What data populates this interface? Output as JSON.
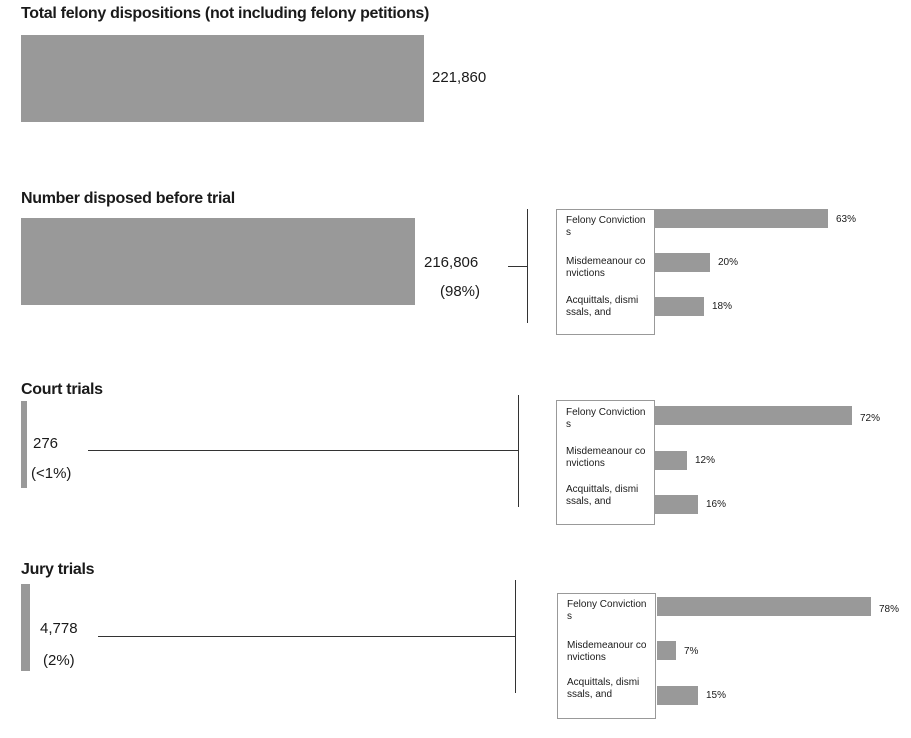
{
  "colors": {
    "bar": "#999999",
    "line": "#333333",
    "text": "#1a1a1a"
  },
  "chart_data": [
    {
      "type": "bar",
      "title": "Total felony dispositions (not including felony petitions)",
      "categories": [
        "Total felony dispositions"
      ],
      "values": [
        221860
      ],
      "value_labels": [
        "221,860"
      ],
      "xlim": [
        0,
        221860
      ]
    },
    {
      "type": "bar",
      "title": "Number disposed before trial",
      "categories": [
        "Number disposed before trial"
      ],
      "values": [
        216806
      ],
      "value_labels": [
        "216,806"
      ],
      "share_label": "(98%)",
      "breakdown": {
        "categories": [
          "Felony Convictions",
          "Misdemeanour convictions",
          "Acquittals, dismissals, and"
        ],
        "category_labels": [
          "Felony Convictions",
          "Misdemeanour convictions",
          "Acquittals, dismi ssals, and"
        ],
        "values": [
          63,
          20,
          18
        ],
        "value_labels": [
          "63%",
          "20%",
          "18%"
        ],
        "unit": "%"
      }
    },
    {
      "type": "bar",
      "title": "Court trials",
      "categories": [
        "Court trials"
      ],
      "values": [
        276
      ],
      "value_labels": [
        "276"
      ],
      "share_label": "(<1%)",
      "breakdown": {
        "categories": [
          "Felony Convictions",
          "Misdemeanour convictions",
          "Acquittals, dismissals, and"
        ],
        "category_labels": [
          "Felony Convictions",
          "Misdemeanour convictions",
          "Acquittals, dismi ssals, and"
        ],
        "values": [
          72,
          12,
          16
        ],
        "value_labels": [
          "72%",
          "12%",
          "16%"
        ],
        "unit": "%"
      }
    },
    {
      "type": "bar",
      "title": "Jury trials",
      "categories": [
        "Jury trials"
      ],
      "values": [
        4778
      ],
      "value_labels": [
        "4,778"
      ],
      "share_label": "(2%)",
      "breakdown": {
        "categories": [
          "Felony Convictions",
          "Misdemeanour convictions",
          "Acquittals, dismissals, and"
        ],
        "category_labels": [
          "Felony Convictions",
          "Misdemeanour convictions",
          "Acquittals, dismi ssals, and"
        ],
        "values": [
          78,
          7,
          15
        ],
        "value_labels": [
          "78%",
          "7%",
          "15%"
        ],
        "unit": "%"
      }
    }
  ]
}
